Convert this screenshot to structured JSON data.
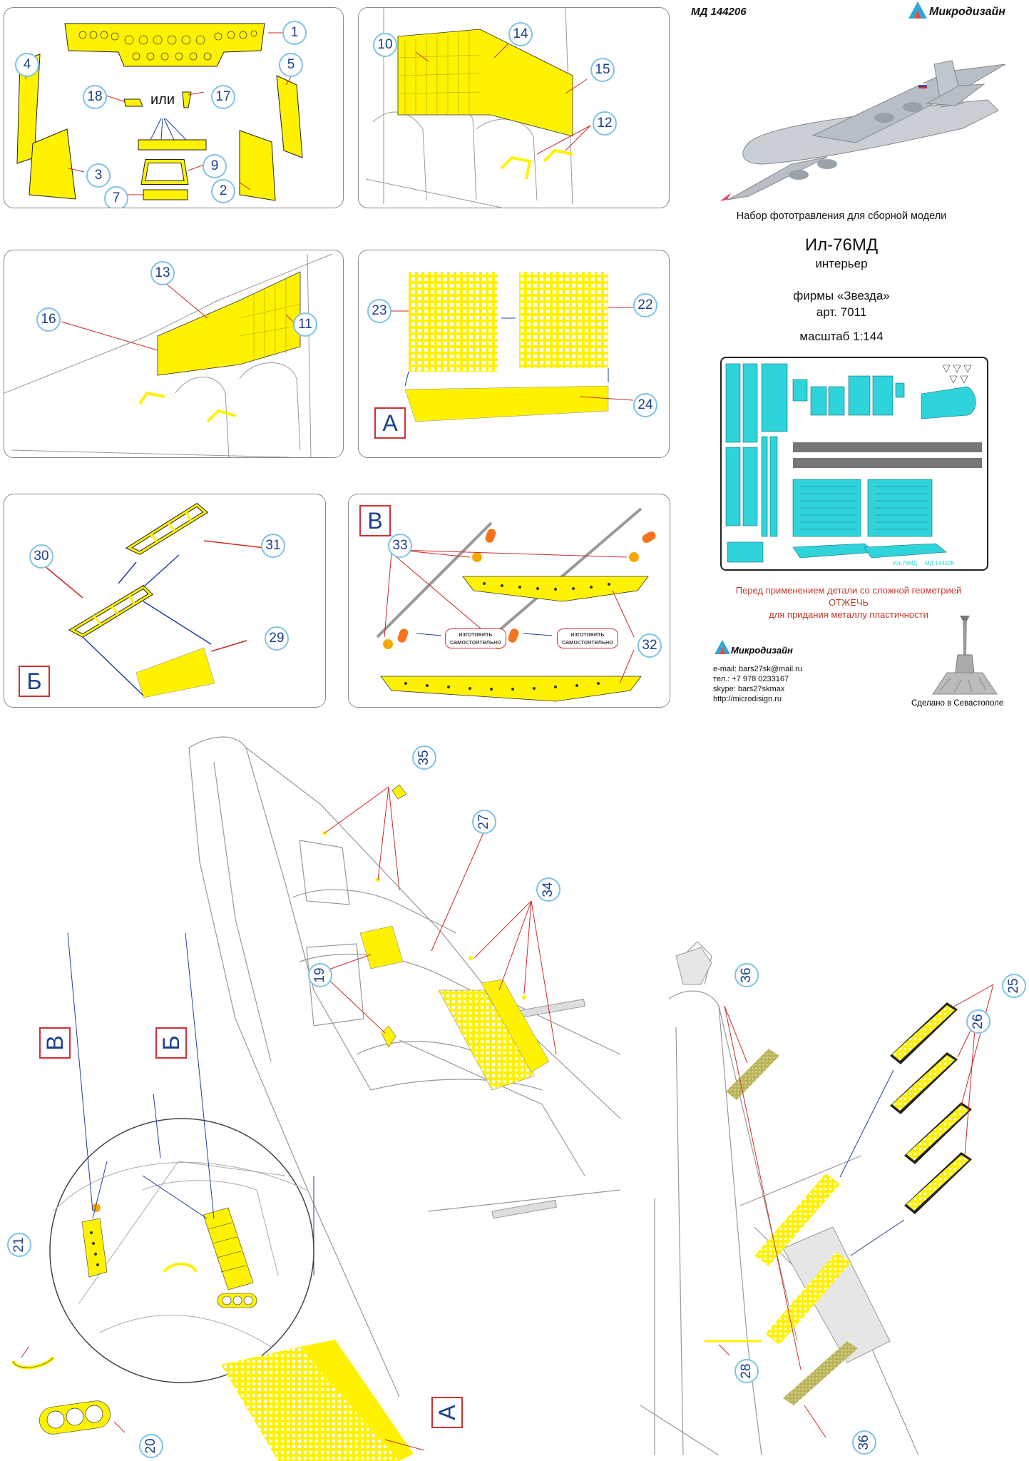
{
  "header": {
    "code": "МД 144206",
    "brand": "Микродизайн"
  },
  "info": {
    "set_description": "Набор фототравления для сборной модели",
    "model": "Ил-76МД",
    "model_sub": "интерьер",
    "maker": "фирмы «Звезда»",
    "article": "арт. 7011",
    "scale": "масштаб 1:144"
  },
  "warning": {
    "line1": "Перед применением детали со сложной геометрией",
    "line2": "ОТЖЕЧЬ",
    "line3": "для придания металлу пластичности"
  },
  "contacts": {
    "brand": "Микродизайн",
    "email": "e-mail: bars27sk@mail.ru",
    "phone": "тел.: +7 978 0233167",
    "skype": "skype: bars27skmax",
    "web": "http://microdisign.ru",
    "made_in": "Сделано в Севастополе"
  },
  "fret": {
    "label_left": "Ил-76МД",
    "label_right": "МД 144206"
  },
  "panel1": {
    "callouts": [
      "1",
      "4",
      "5",
      "18",
      "17",
      "3",
      "9",
      "7",
      "2"
    ],
    "or_word": "или"
  },
  "panel2": {
    "callouts": [
      "10",
      "14",
      "15",
      "12"
    ]
  },
  "panel3": {
    "callouts": [
      "13",
      "16",
      "11"
    ]
  },
  "panel4": {
    "callouts": [
      "23",
      "22",
      "24"
    ],
    "letter": "А"
  },
  "panel5": {
    "callouts": [
      "30",
      "31",
      "29"
    ],
    "letter": "Б"
  },
  "panel6": {
    "callouts": [
      "33",
      "32"
    ],
    "letter": "В",
    "note_line1": "изготовить",
    "note_line2": "самостоятельно"
  },
  "bottom_left": {
    "callouts": [
      "35",
      "27",
      "34",
      "19",
      "21",
      "20"
    ],
    "letters": [
      "В",
      "Б",
      "А"
    ]
  },
  "bottom_right": {
    "callouts": [
      "36",
      "25",
      "26",
      "28",
      "36"
    ]
  },
  "colors": {
    "part_yellow": "#fff200",
    "callout_ring": "#7ec3e6",
    "callout_text": "#1b3f8b",
    "letter_border": "#cc3333",
    "warning_red": "#c0392b",
    "fret_cyan": "#2fd3da",
    "leader_red": "#cc2a2a",
    "leader_blue": "#1f3f9f"
  }
}
